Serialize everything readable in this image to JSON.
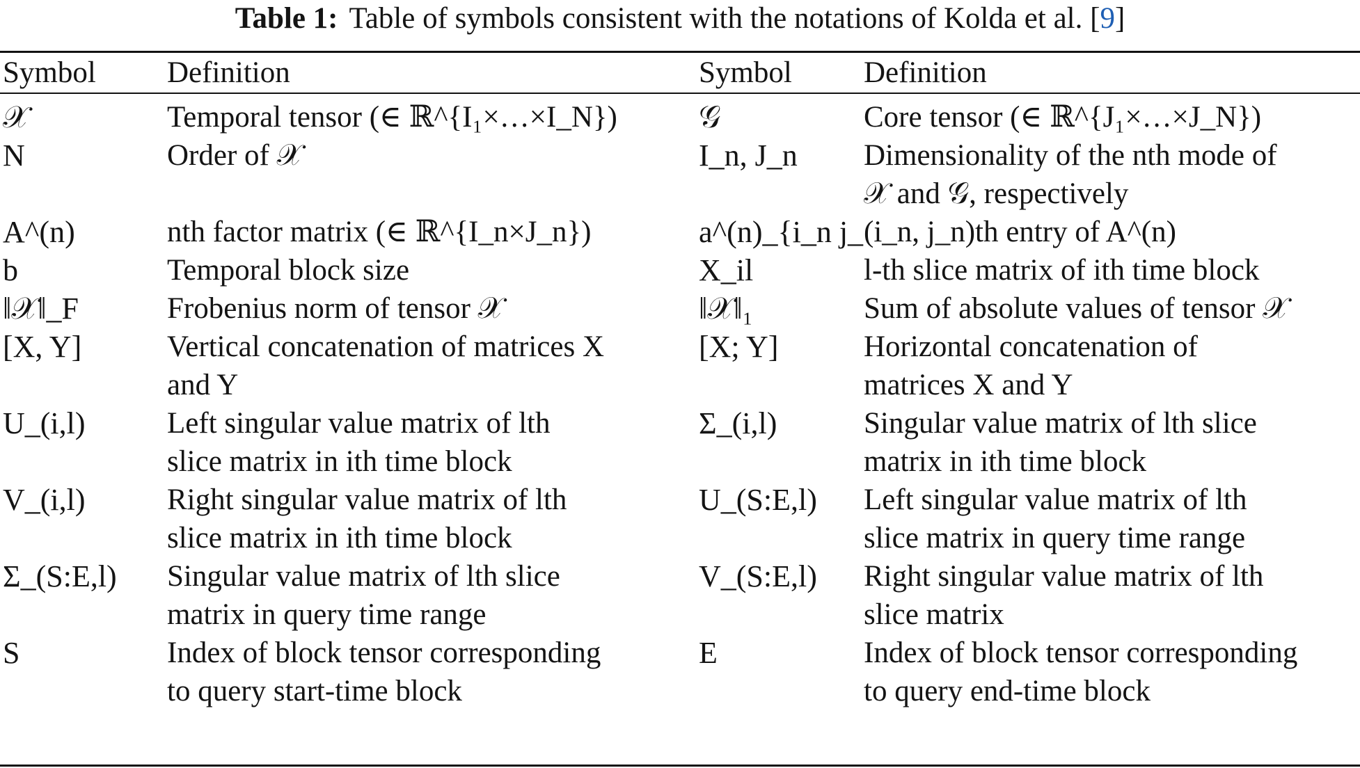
{
  "caption": {
    "label": "Table 1:",
    "text": "Table of symbols consistent with the notations of Kolda et al. [",
    "cite": "9",
    "close": "]"
  },
  "headers": [
    "Symbol",
    "Definition",
    "Symbol",
    "Definition"
  ],
  "rows": [
    {
      "s1": "𝒳",
      "d1": [
        "Temporal tensor (∈ ℝ^{I₁×…×I_N})"
      ],
      "s2": "𝒢",
      "d2": [
        "Core tensor (∈ ℝ^{J₁×…×J_N})"
      ]
    },
    {
      "s1": "N",
      "d1": [
        "Order of 𝒳"
      ],
      "s2": "I_n, J_n",
      "d2": [
        "Dimensionality of the nth mode of",
        "𝒳 and 𝒢, respectively"
      ]
    },
    {
      "s1": "A^(n)",
      "d1": [
        "nth factor matrix (∈ ℝ^{I_n×J_n})"
      ],
      "s2": "a^(n)_{i_n j_n}",
      "d2": [
        "(i_n, j_n)th entry of A^(n)"
      ]
    },
    {
      "s1": "b",
      "d1": [
        "Temporal block size"
      ],
      "s2": "X_il",
      "d2": [
        "l-th slice matrix of ith time block"
      ]
    },
    {
      "s1": "‖𝒳‖_F",
      "d1": [
        "Frobenius norm of tensor 𝒳"
      ],
      "s2": "‖𝒳‖₁",
      "d2": [
        "Sum of absolute values of tensor 𝒳"
      ]
    },
    {
      "s1": "[X, Y]",
      "d1": [
        "Vertical concatenation of matrices X",
        "and Y"
      ],
      "s2": "[X; Y]",
      "d2": [
        "Horizontal concatenation of",
        "matrices X and Y"
      ]
    },
    {
      "s1": "U_(i,l)",
      "d1": [
        "Left singular value matrix of lth",
        "slice matrix in ith time block"
      ],
      "s2": "Σ_(i,l)",
      "d2": [
        "Singular value matrix of lth slice",
        "matrix in ith time block"
      ]
    },
    {
      "s1": "V_(i,l)",
      "d1": [
        "Right singular value matrix of lth",
        "slice matrix in ith time block"
      ],
      "s2": "U_(S:E,l)",
      "d2": [
        "Left singular value matrix of lth",
        "slice matrix in query time range"
      ]
    },
    {
      "s1": "Σ_(S:E,l)",
      "d1": [
        "Singular value matrix of lth slice",
        "matrix in query time range"
      ],
      "s2": "V_(S:E,l)",
      "d2": [
        "Right singular value matrix of lth",
        "slice matrix"
      ]
    },
    {
      "s1": "S",
      "d1": [
        "Index of block tensor corresponding",
        "to query start-time block"
      ],
      "s2": "E",
      "d2": [
        "Index of block tensor corresponding",
        "to query end-time block"
      ]
    }
  ]
}
